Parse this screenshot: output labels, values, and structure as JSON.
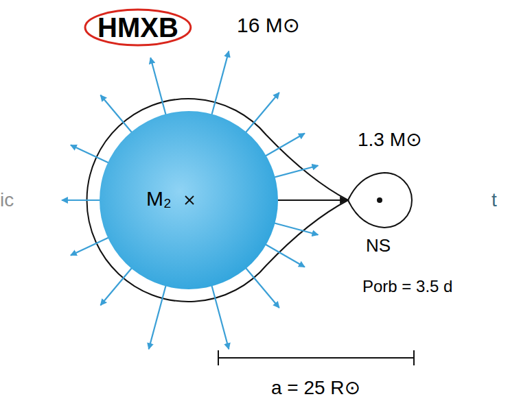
{
  "diagram": {
    "nodes": [
      {
        "text": [
          "HMXB"
        ]
      },
      {
        "text": [
          "M₂"
        ]
      },
      {
        "text": [
          "1.3 M⊙",
          "NS"
        ]
      }
    ],
    "edges": [
      {
        "from": 1,
        "to": 2,
        "arrow": "to"
      }
    ],
    "labels": [
      "16 M⊙",
      "Porb = 3.5 d",
      "a = 25 R⊙",
      "ic",
      "t"
    ]
  }
}
